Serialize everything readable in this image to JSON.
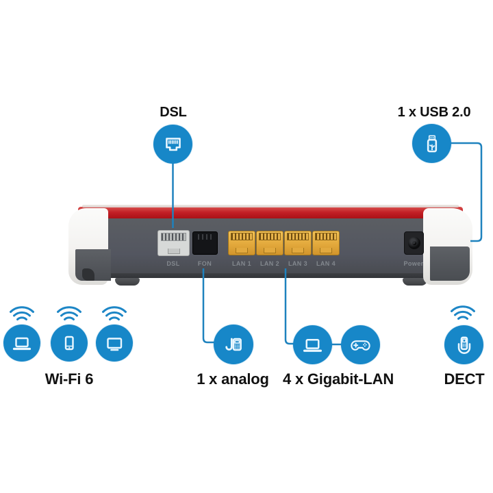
{
  "callouts": {
    "dsl": {
      "label": "DSL",
      "icon": "rj45-jack-icon"
    },
    "usb": {
      "label": "1 x USB 2.0",
      "icon": "usb-stick-icon"
    },
    "wifi": {
      "label": "Wi-Fi 6",
      "icons": [
        "laptop-icon",
        "smartphone-icon",
        "tv-icon"
      ]
    },
    "analog": {
      "label": "1 x analog",
      "icon": "desk-phone-icon"
    },
    "lan": {
      "label": "4 x Gigabit-LAN",
      "icons": [
        "laptop-icon",
        "gamepad-icon"
      ]
    },
    "dect": {
      "label": "DECT",
      "icon": "dect-handset-icon"
    }
  },
  "router": {
    "ports": {
      "dsl": "DSL",
      "fon": "FON",
      "lan1": "LAN 1",
      "lan2": "LAN 2",
      "lan3": "LAN 3",
      "lan4": "LAN 4",
      "power": "Power"
    }
  },
  "colors": {
    "accent_blue": "#1787c8",
    "line_blue": "#1e82be",
    "router_red": "#c32026",
    "body_gray": "#53565b",
    "port_yellow": "#e3a93c",
    "cap_white": "#f3f2f0",
    "port_label_gray": "#83888e",
    "text_black": "#111111"
  }
}
